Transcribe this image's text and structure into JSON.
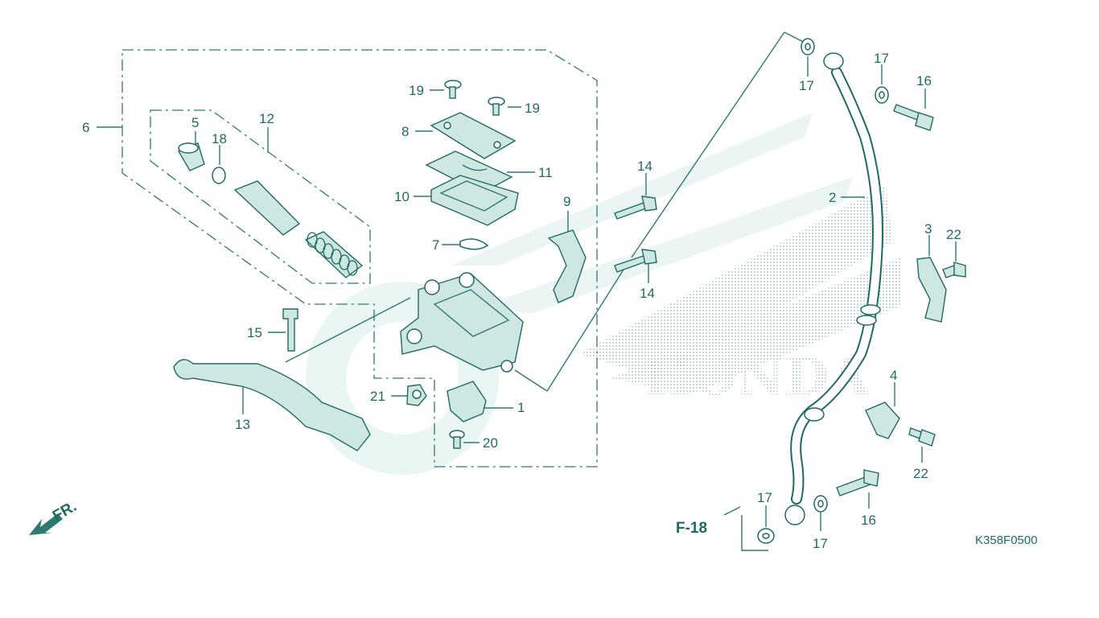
{
  "diagram": {
    "code": "K358F0500",
    "ref_label": "F-18",
    "direction_label": "FR.",
    "watermark_text": "HONDA",
    "colors": {
      "line": "#2d7a72",
      "text": "#1f6b63",
      "watermark": "#d8eeea"
    },
    "callouts": {
      "c1": "1",
      "c2": "2",
      "c3": "3",
      "c4": "4",
      "c5": "5",
      "c6": "6",
      "c7": "7",
      "c8": "8",
      "c9": "9",
      "c10": "10",
      "c11": "11",
      "c12": "12",
      "c13": "13",
      "c14a": "14",
      "c14b": "14",
      "c15": "15",
      "c16a": "16",
      "c16b": "16",
      "c17a": "17",
      "c17b": "17",
      "c17c": "17",
      "c17d": "17",
      "c18": "18",
      "c19a": "19",
      "c19b": "19",
      "c20": "20",
      "c21": "21",
      "c22a": "22",
      "c22b": "22"
    }
  }
}
